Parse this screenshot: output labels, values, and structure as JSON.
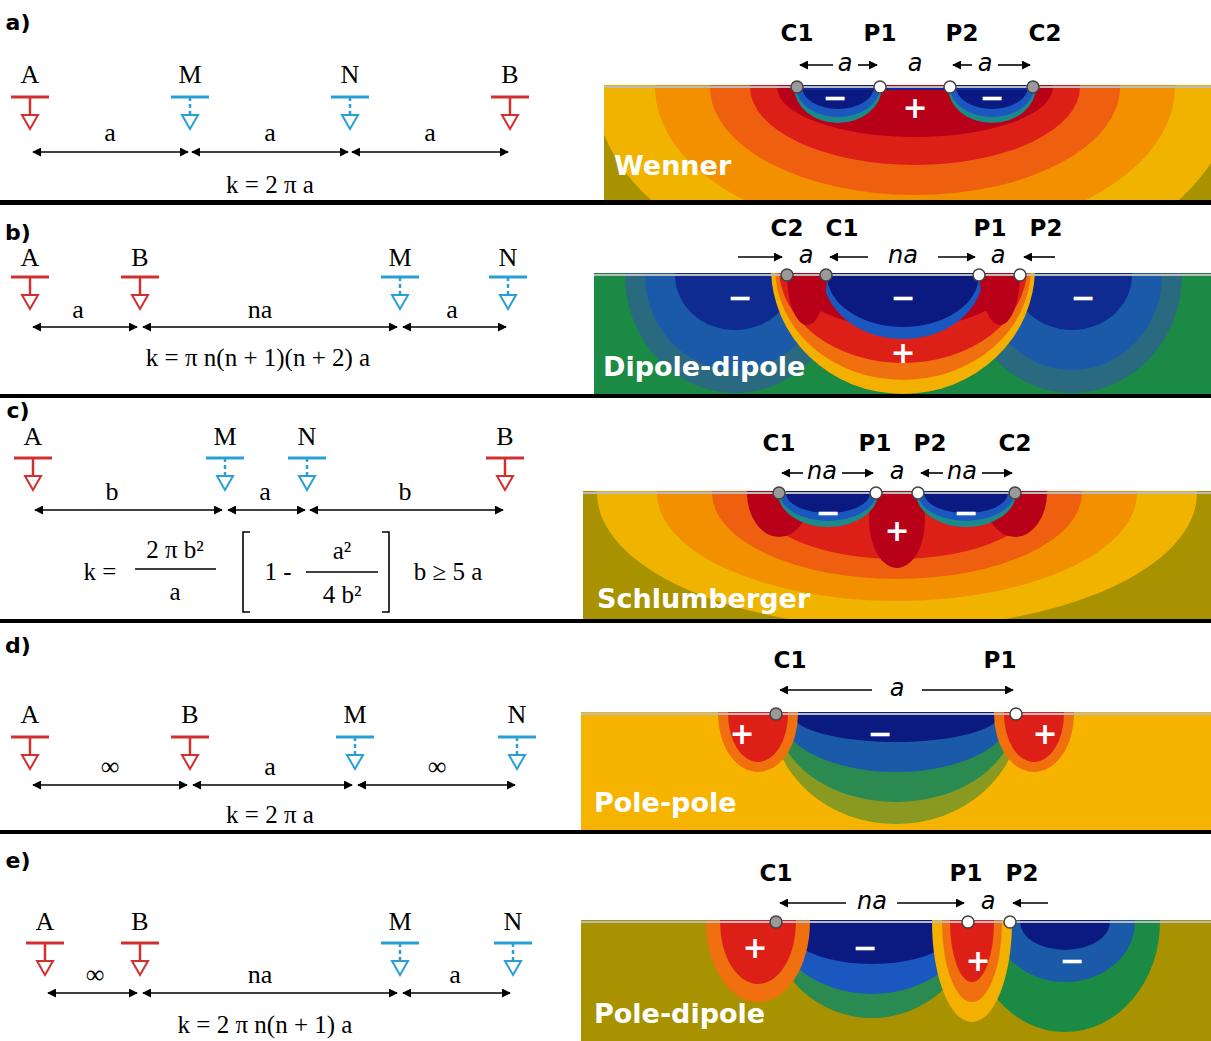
{
  "diagram": {
    "labels": [
      "a)",
      "A",
      "M",
      "N",
      "B",
      "a",
      "a",
      "a",
      "k = 2 π a",
      "C1",
      "P1",
      "P2",
      "C2",
      "a",
      "a",
      "a",
      "−",
      "+",
      "−",
      "Wenner",
      "b)",
      "A",
      "B",
      "M",
      "N",
      "a",
      "na",
      "a",
      "k = π n(n + 1)(n + 2) a",
      "C2",
      "C1",
      "P1",
      "P2",
      "a",
      "na",
      "a",
      "−",
      "−",
      "−",
      "+",
      "Dipole-dipole",
      "c)",
      "A",
      "M",
      "N",
      "B",
      "b",
      "a",
      "b",
      "k =",
      "2 π b²",
      "a",
      "1 -",
      "a²",
      "4 b²",
      "b ≥ 5 a",
      "C1",
      "P1",
      "P2",
      "C2",
      "na",
      "a",
      "na",
      "−",
      "+",
      "−",
      "Schlumberger",
      "d)",
      "A",
      "B",
      "M",
      "N",
      "∞",
      "a",
      "∞",
      "k = 2 π a",
      "C1",
      "P1",
      "a",
      "+",
      "−",
      "+",
      "Pole-pole",
      "e)",
      "A",
      "B",
      "M",
      "N",
      "∞",
      "na",
      "a",
      "k = 2 π n(n + 1) a",
      "C1",
      "P1",
      "P2",
      "na",
      "a",
      "+",
      "−",
      "+",
      "−",
      "Pole-dipole"
    ]
  }
}
